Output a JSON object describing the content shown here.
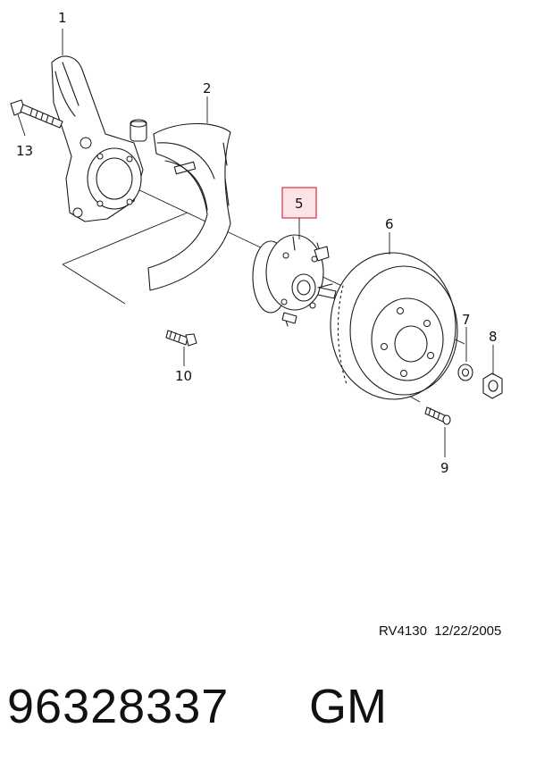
{
  "diagram": {
    "callouts": {
      "c1": "1",
      "c2": "2",
      "c5": "5",
      "c6": "6",
      "c7": "7",
      "c8": "8",
      "c9": "9",
      "c10": "10",
      "c13": "13"
    },
    "highlighted_callout": "5",
    "highlight_color": "#e0485a"
  },
  "footer": {
    "drawing_ref": "RV4130  12/22/2005",
    "part_number": "96328337",
    "brand": "GM"
  }
}
